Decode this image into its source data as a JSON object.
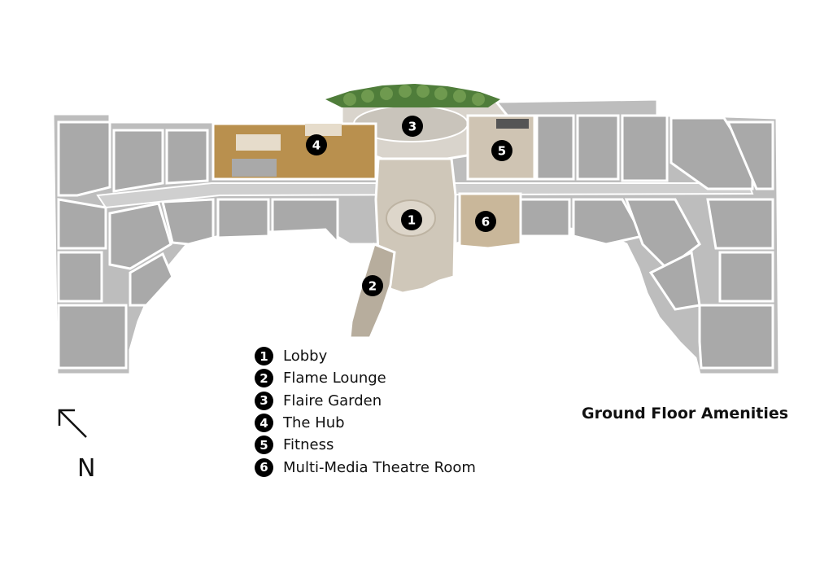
{
  "map": {
    "title": "Ground Floor Amenities",
    "north_label": "N",
    "colors": {
      "building": "#bdbdbd",
      "room": "#a9a9a9",
      "wall": "#ffffff",
      "amenity": "#c9b79a",
      "hub": "#b9904e",
      "greenery": "#4f7d3a",
      "marker": "#000000"
    },
    "amenities": [
      {
        "number": "1",
        "name": "Lobby"
      },
      {
        "number": "2",
        "name": "Flame Lounge"
      },
      {
        "number": "3",
        "name": "Flaire Garden"
      },
      {
        "number": "4",
        "name": "The Hub"
      },
      {
        "number": "5",
        "name": "Fitness"
      },
      {
        "number": "6",
        "name": "Multi-Media Theatre Room"
      }
    ]
  }
}
